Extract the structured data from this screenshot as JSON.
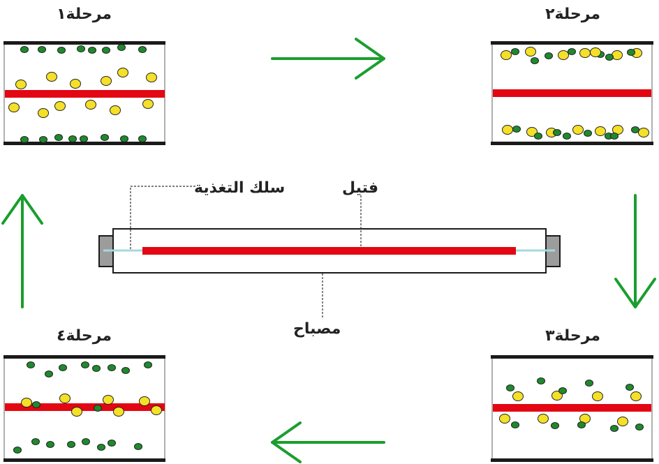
{
  "stages": {
    "s1": {
      "label": "مرحلة١"
    },
    "s2": {
      "label": "مرحلة٢"
    },
    "s3": {
      "label": "مرحلة٣"
    },
    "s4": {
      "label": "مرحلة٤"
    }
  },
  "lamp": {
    "wire_label": "سلك التغذية",
    "filament_label": "فتيل",
    "lamp_label": "مصباح"
  },
  "colors": {
    "filament": "#e30613",
    "arrow": "#1a9e2e",
    "atom_small": "#1e8a2d",
    "atom_large": "#f5e028",
    "electrode": "#9c9c9c"
  }
}
